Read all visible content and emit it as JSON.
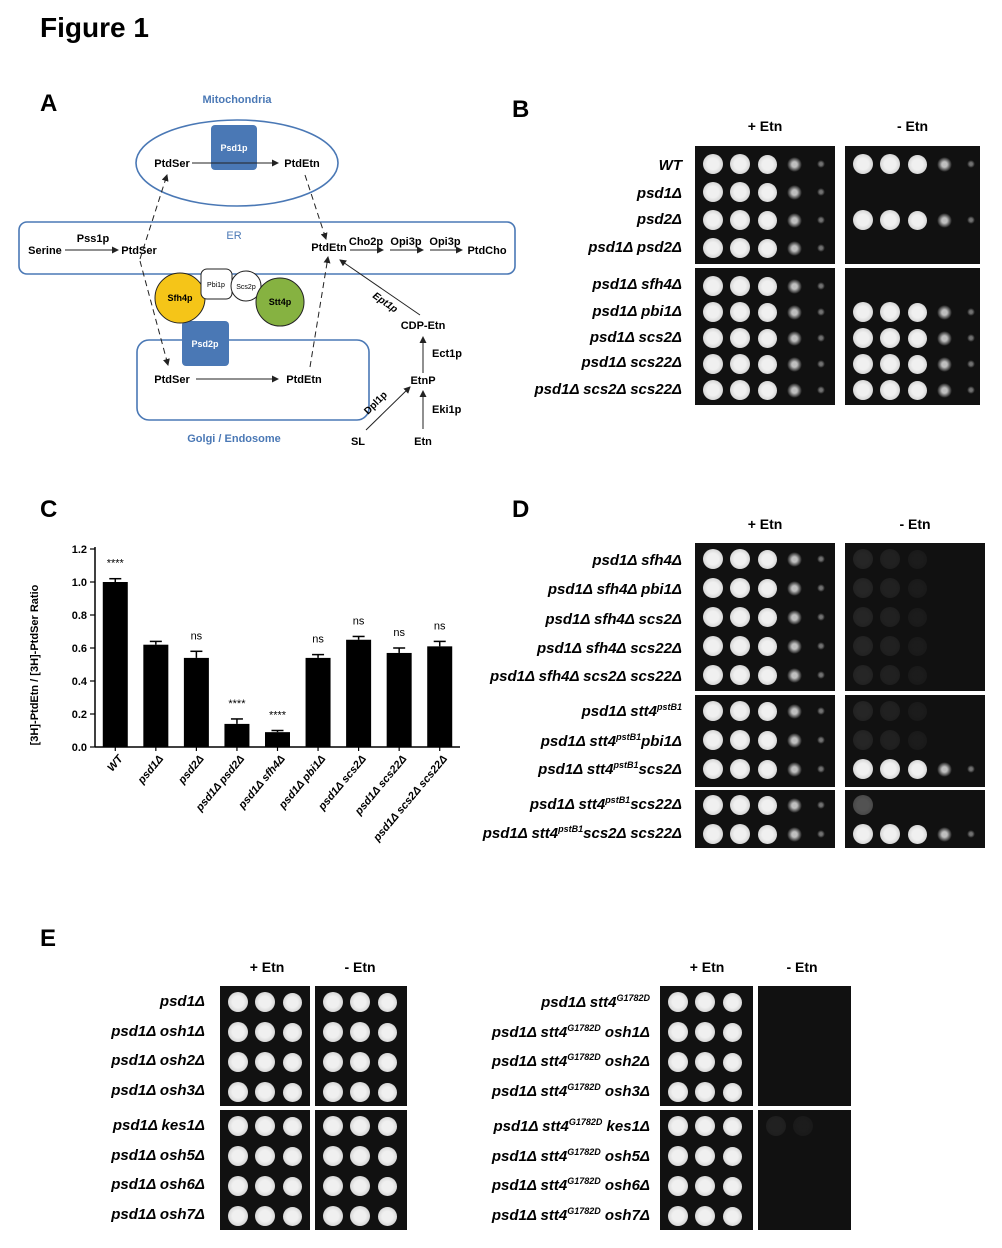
{
  "figure_title": "Figure 1",
  "panels": {
    "A": "A",
    "B": "B",
    "C": "C",
    "D": "D",
    "E": "E"
  },
  "panel_a": {
    "mitochondria": "Mitochondria",
    "er": "ER",
    "golgi": "Golgi / Endosome",
    "psd1p": "Psd1p",
    "psd2p": "Psd2p",
    "ptdser": "PtdSer",
    "ptdetn": "PtdEtn",
    "serine": "Serine",
    "pss1p": "Pss1p",
    "cho2p": "Cho2p",
    "opi3p": "Opi3p",
    "ptdcho": "PtdCho",
    "ept1p": "Ept1p",
    "cdpetn": "CDP-Etn",
    "ect1p": "Ect1p",
    "etnp": "EtnP",
    "eki1p": "Eki1p",
    "dpl1p": "Dpl1p",
    "sl": "SL",
    "etn": "Etn",
    "sfh4p": "Sfh4p",
    "pbi1p": "Pbi1p",
    "scs2p": "Scs2p",
    "stt4p": "Stt4p",
    "colors": {
      "sfh4p": "#f5c518",
      "stt4p": "#86b241",
      "psd": "#4a78b5",
      "outline": "#4a78b5",
      "label": "#4a78b5"
    }
  },
  "panel_b": {
    "plus": "+ Etn",
    "minus": "- Etn",
    "strains": [
      "WT",
      "psd1Δ",
      "psd2Δ",
      "psd1Δ psd2Δ",
      "psd1Δ sfh4Δ",
      "psd1Δ pbi1Δ",
      "psd1Δ scs2Δ",
      "psd1Δ scs22Δ",
      "psd1Δ scs2Δ scs22Δ"
    ]
  },
  "panel_c": {
    "chart_data": {
      "type": "bar",
      "ylabel": "[3H]-PtdEtn / [3H]-PtdSer Ratio",
      "ylim": [
        0,
        1.2
      ],
      "yticks": [
        "0.0",
        "0.2",
        "0.4",
        "0.6",
        "0.8",
        "1.0",
        "1.2"
      ],
      "categories": [
        "WT",
        "psd1Δ",
        "psd2Δ",
        "psd1Δ psd2Δ",
        "psd1Δ sfh4Δ",
        "psd1Δ pbi1Δ",
        "psd1Δ scs2Δ",
        "psd1Δ scs22Δ",
        "psd1Δ scs2Δ scs22Δ"
      ],
      "values": [
        1.0,
        0.62,
        0.54,
        0.14,
        0.09,
        0.54,
        0.65,
        0.57,
        0.61
      ],
      "errors": [
        0.02,
        0.02,
        0.04,
        0.03,
        0.01,
        0.02,
        0.02,
        0.03,
        0.03
      ],
      "annotations": [
        "****",
        "",
        "ns",
        "****",
        "****",
        "ns",
        "ns",
        "ns",
        "ns"
      ]
    }
  },
  "panel_d": {
    "plus": "+ Etn",
    "minus": "- Etn",
    "strains": [
      {
        "base": "psd1Δ sfh4Δ",
        "sup": "",
        "rest": ""
      },
      {
        "base": "psd1Δ sfh4Δ pbi1Δ",
        "sup": "",
        "rest": ""
      },
      {
        "base": "psd1Δ sfh4Δ scs2Δ",
        "sup": "",
        "rest": ""
      },
      {
        "base": "psd1Δ sfh4Δ scs22Δ",
        "sup": "",
        "rest": ""
      },
      {
        "base": "psd1Δ sfh4Δ scs2Δ scs22Δ",
        "sup": "",
        "rest": ""
      },
      {
        "base": "psd1Δ stt4",
        "sup": "pstB1",
        "rest": ""
      },
      {
        "base": "psd1Δ stt4",
        "sup": "pstB1",
        "rest": "pbi1Δ"
      },
      {
        "base": "psd1Δ stt4",
        "sup": "pstB1",
        "rest": "scs2Δ"
      },
      {
        "base": "psd1Δ stt4",
        "sup": "pstB1",
        "rest": "scs22Δ"
      },
      {
        "base": "psd1Δ stt4",
        "sup": "pstB1",
        "rest": "scs2Δ scs22Δ"
      }
    ]
  },
  "panel_e_left": {
    "plus": "+ Etn",
    "minus": "- Etn",
    "strains": [
      "psd1Δ",
      "psd1Δ osh1Δ",
      "psd1Δ osh2Δ",
      "psd1Δ osh3Δ",
      "psd1Δ kes1Δ",
      "psd1Δ osh5Δ",
      "psd1Δ osh6Δ",
      "psd1Δ osh7Δ"
    ]
  },
  "panel_e_right": {
    "plus": "+ Etn",
    "minus": "- Etn",
    "strains": [
      {
        "base": "psd1Δ stt4",
        "sup": "G1782D",
        "rest": ""
      },
      {
        "base": "psd1Δ stt4",
        "sup": "G1782D",
        "rest": " osh1Δ"
      },
      {
        "base": "psd1Δ stt4",
        "sup": "G1782D",
        "rest": " osh2Δ"
      },
      {
        "base": "psd1Δ stt4",
        "sup": "G1782D",
        "rest": " osh3Δ"
      },
      {
        "base": "psd1Δ stt4",
        "sup": "G1782D",
        "rest": " kes1Δ"
      },
      {
        "base": "psd1Δ stt4",
        "sup": "G1782D",
        "rest": " osh5Δ"
      },
      {
        "base": "psd1Δ stt4",
        "sup": "G1782D",
        "rest": " osh6Δ"
      },
      {
        "base": "psd1Δ stt4",
        "sup": "G1782D",
        "rest": " osh7Δ"
      }
    ]
  }
}
